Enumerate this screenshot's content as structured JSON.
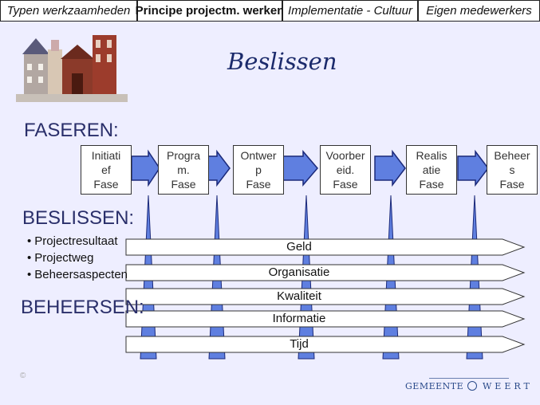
{
  "tabs": [
    {
      "label": "Typen werkzaamheden"
    },
    {
      "label": "Principe projectm. werken"
    },
    {
      "label": "Implementatie - Cultuur"
    },
    {
      "label": "Eigen medewerkers"
    }
  ],
  "slide": {
    "title": "Beslissen",
    "faseren_heading": "FASEREN:",
    "beslissen_heading": "BESLISSEN:",
    "beheersen_heading": "BEHEERSEN:",
    "phases": [
      {
        "label": "Initiati\nef\nFase"
      },
      {
        "label": "Progra\nm.\nFase"
      },
      {
        "label": "Ontwer\np\nFase"
      },
      {
        "label": "Voorber\neid.\nFase"
      },
      {
        "label": "Realis\natie\nFase"
      },
      {
        "label": "Beheer\ns\nFase"
      }
    ],
    "bullets": [
      "Projectresultaat",
      "Projectweg",
      "Beheersaspecten"
    ],
    "aspects": [
      "Geld",
      "Organisatie",
      "Kwaliteit",
      "Informatie",
      "Tijd"
    ],
    "copyright": "©",
    "logo": {
      "left": "GEMEENTE",
      "right": "WEERT"
    }
  },
  "colors": {
    "arrow_fill": "#5f7fe0",
    "arrow_stroke": "#1c2a7a",
    "background": "#eeeeff",
    "heading": "#2a2f6a"
  }
}
